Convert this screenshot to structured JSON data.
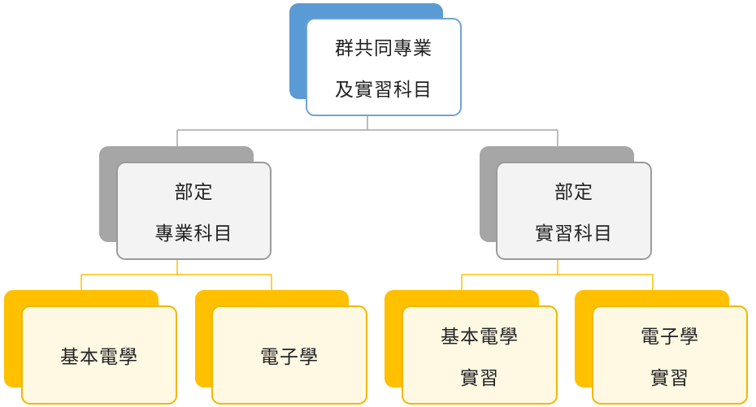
{
  "colors": {
    "root_accent": "#5b9bd5",
    "root_border": "#6fa3d6",
    "root_fill": "#ffffff",
    "mid_accent": "#a6a6a6",
    "mid_border": "#9a9a9a",
    "mid_fill": "#f3f3f3",
    "leaf_accent": "#ffc000",
    "leaf_border": "#f0b800",
    "leaf_fill": "#fff8e3",
    "connector_gray": "#a6a6a6",
    "connector_gold": "#ffc000"
  },
  "root": {
    "line1": "群共同專業",
    "line2": "及實習科目"
  },
  "left_branch": {
    "line1": "部定",
    "line2": "專業科目",
    "children": [
      {
        "line1": "基本電學"
      },
      {
        "line1": "電子學"
      }
    ]
  },
  "right_branch": {
    "line1": "部定",
    "line2": "實習科目",
    "children": [
      {
        "line1": "基本電學",
        "line2": "實習"
      },
      {
        "line1": "電子學",
        "line2": "實習"
      }
    ]
  }
}
